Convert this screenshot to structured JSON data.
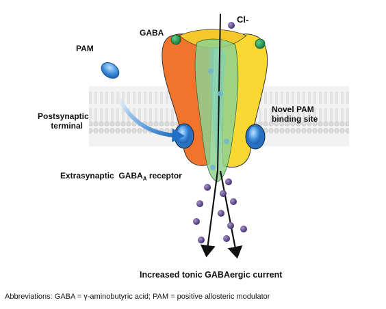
{
  "labels": {
    "cl": "Cl-",
    "gaba": "GABA",
    "pam": "PAM",
    "postsynaptic": [
      "Postsynaptic",
      "terminal"
    ],
    "novel_pam": [
      "Novel PAM",
      "binding site"
    ],
    "receptor": "Extrasynaptic  GABA",
    "receptor_sub": "A",
    "receptor_tail": " receptor",
    "current": "Increased tonic GABAergic current"
  },
  "footnote": "Abbreviations: GABA = γ-aminobutyric acid; PAM = positive allosteric modulator",
  "colors": {
    "orange": "#f0742b",
    "yellow": "#f8d831",
    "green_channel": "#8fd18f",
    "green_ball": "#1f9a55",
    "blue_pam": "#2c7fd0",
    "ion": "#5a4486",
    "membrane": "#c8c8c8"
  }
}
